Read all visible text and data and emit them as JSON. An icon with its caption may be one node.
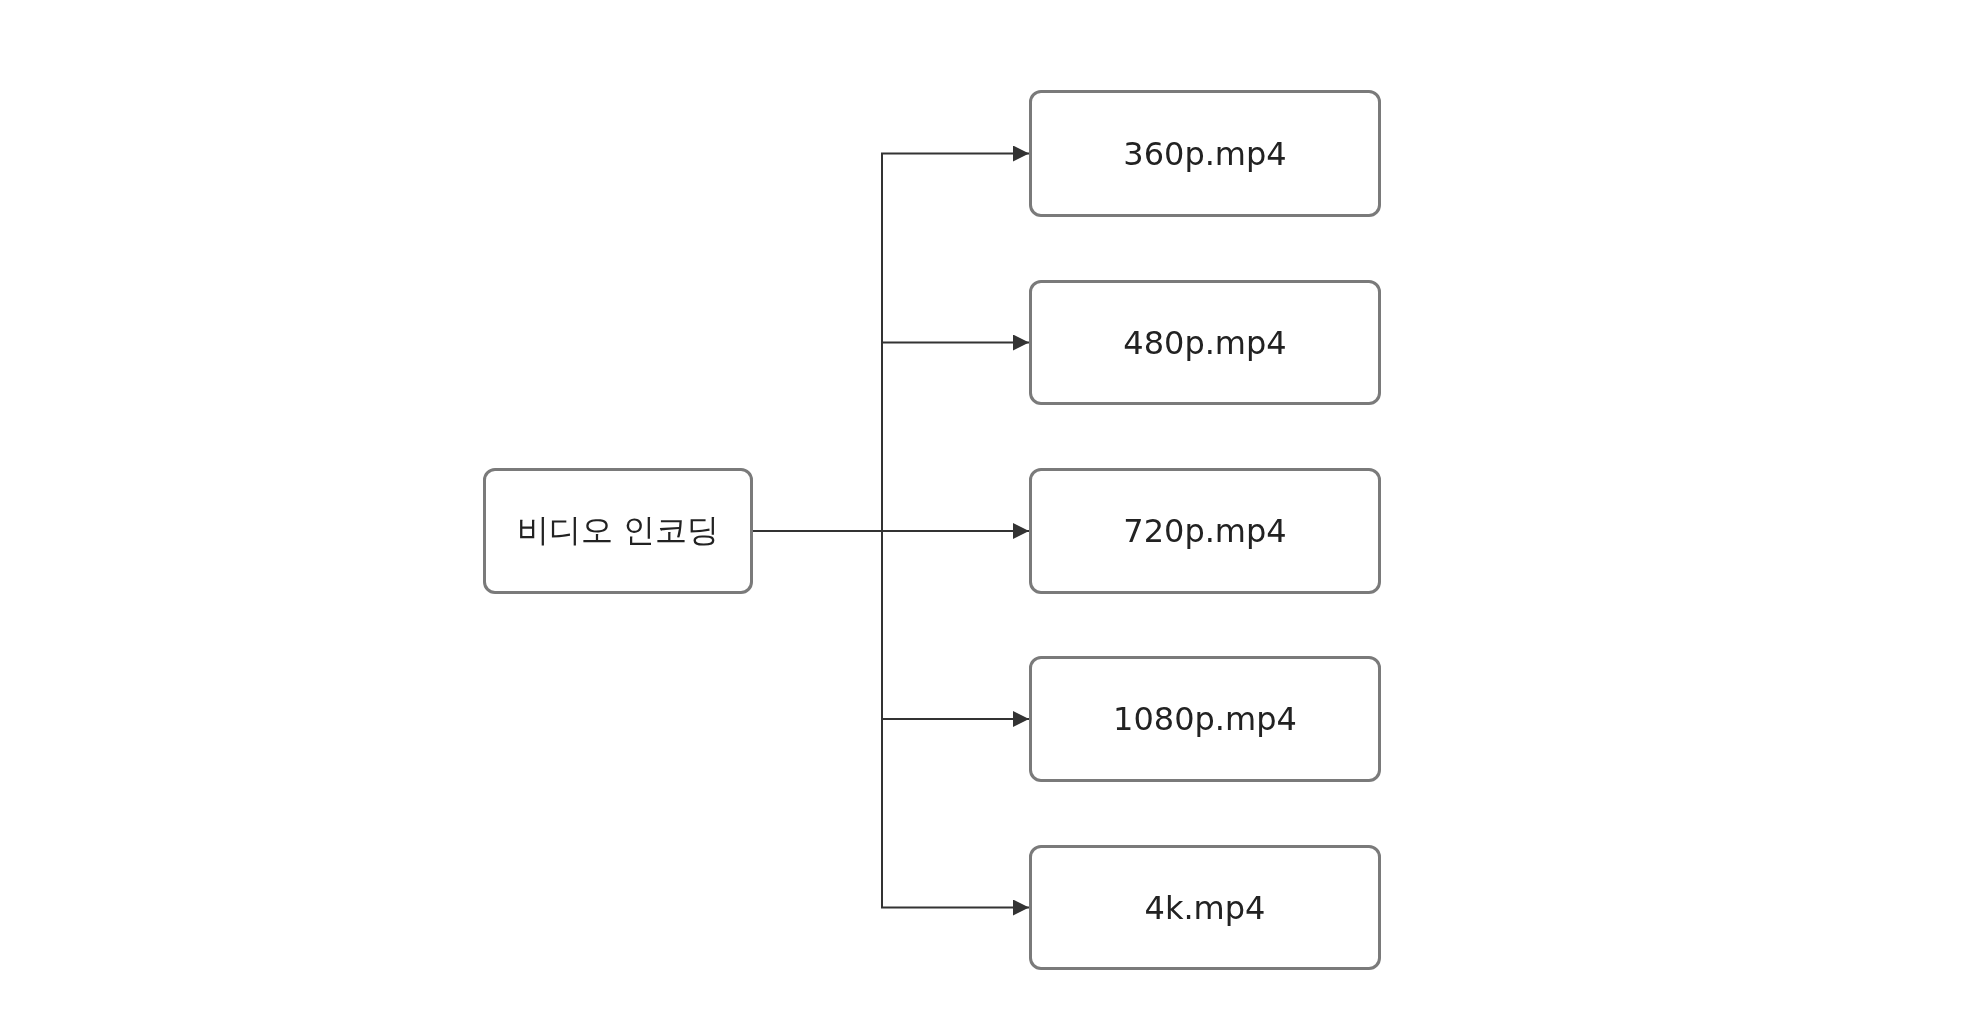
{
  "diagram": {
    "nodes": [
      {
        "text": [
          "비디오 인코딩"
        ]
      },
      {
        "text": [
          "360p.mp4"
        ]
      },
      {
        "text": [
          "480p.mp4"
        ]
      },
      {
        "text": [
          "720p.mp4"
        ]
      },
      {
        "text": [
          "1080p.mp4"
        ]
      },
      {
        "text": [
          "4k.mp4"
        ]
      }
    ],
    "edges": [
      {
        "from": 0,
        "to": 1,
        "arrow": "to"
      },
      {
        "from": 0,
        "to": 2,
        "arrow": "to"
      },
      {
        "from": 0,
        "to": 3,
        "arrow": "to"
      },
      {
        "from": 0,
        "to": 4,
        "arrow": "to"
      },
      {
        "from": 0,
        "to": 5,
        "arrow": "to"
      }
    ]
  }
}
